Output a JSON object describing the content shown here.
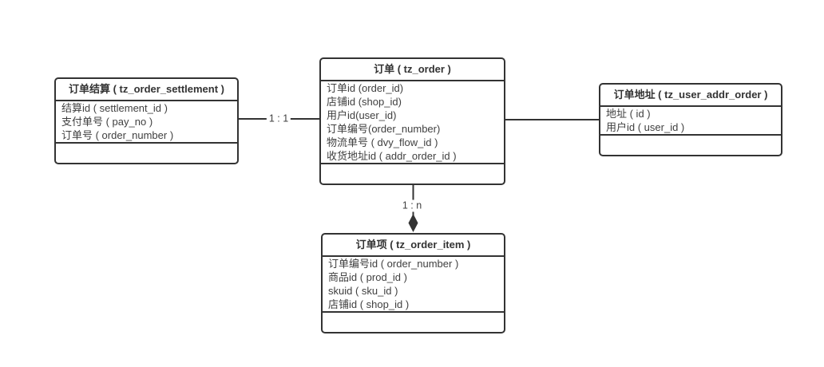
{
  "diagram": {
    "colors": {
      "line": "#333333",
      "text": "#3f3f3f",
      "background": "#ffffff"
    },
    "entities": [
      {
        "key": "order_settlement",
        "title": "订单结算 ( tz_order_settlement )",
        "fields": [
          "结算id ( settlement_id )",
          "支付单号 ( pay_no )",
          "订单号 ( order_number )"
        ]
      },
      {
        "key": "order",
        "title": "订单 ( tz_order )",
        "fields": [
          "订单id (order_id)",
          "店铺id (shop_id)",
          "用户id(user_id)",
          "订单编号(order_number)",
          "物流单号 ( dvy_flow_id )",
          "收货地址id ( addr_order_id )"
        ]
      },
      {
        "key": "user_addr_order",
        "title": "订单地址 ( tz_user_addr_order )",
        "fields": [
          "地址 ( id )",
          "用户id ( user_id )"
        ]
      },
      {
        "key": "order_item",
        "title": "订单项 ( tz_order_item )",
        "fields": [
          "订单编号id ( order_number )",
          "商品id ( prod_id )",
          "skuid ( sku_id )",
          "店铺id ( shop_id )"
        ]
      }
    ],
    "relations": [
      {
        "from": "order_settlement",
        "to": "order",
        "label": "1 : 1",
        "style": "plain-line"
      },
      {
        "from": "order",
        "to": "user_addr_order",
        "label": "",
        "style": "plain-line"
      },
      {
        "from": "order",
        "to": "order_item",
        "label": "1 : n",
        "style": "diamond-arrow"
      }
    ]
  }
}
